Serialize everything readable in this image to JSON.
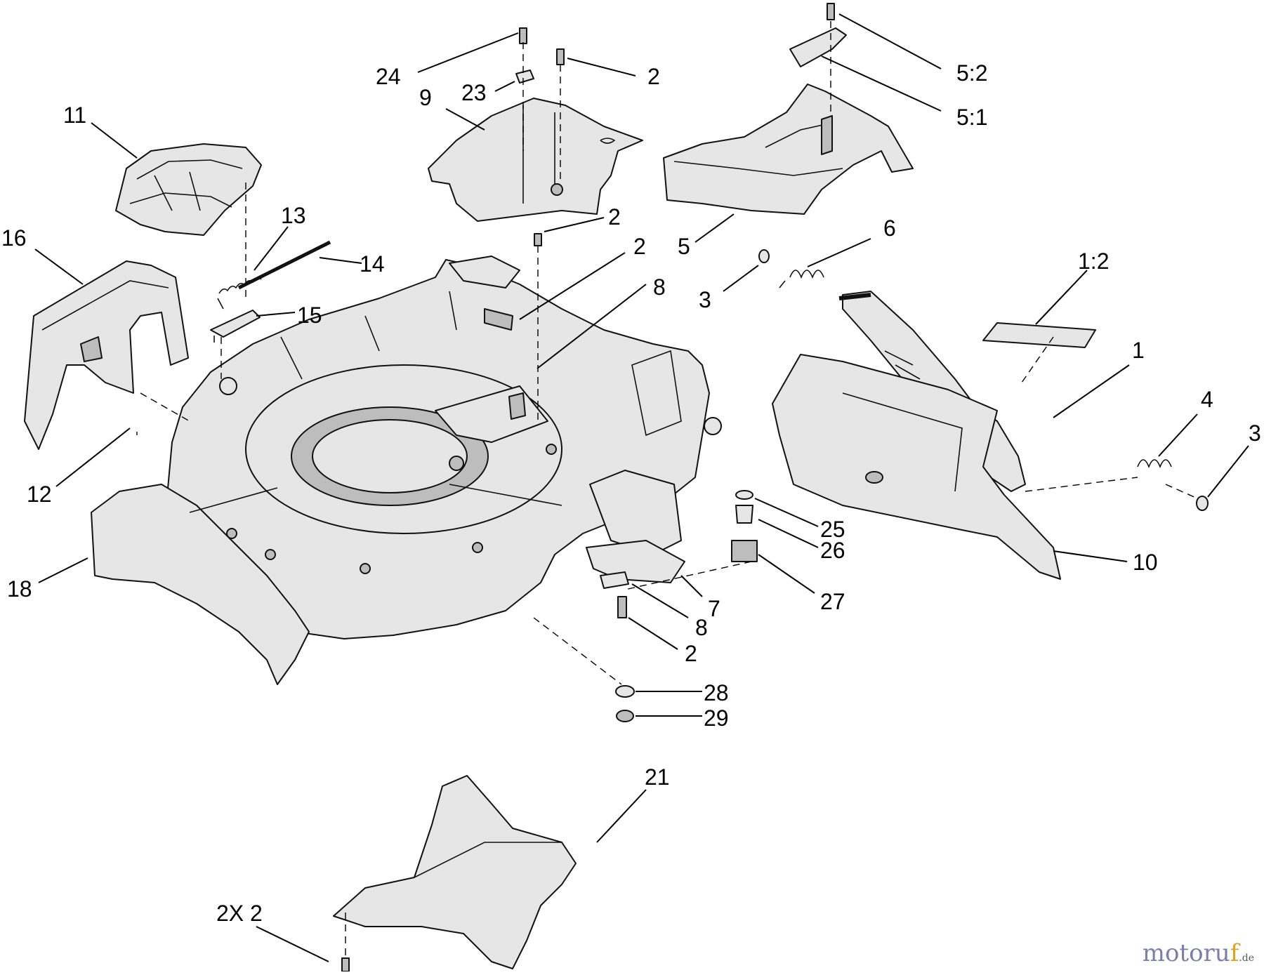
{
  "callouts": [
    "24",
    "2",
    "23",
    "9",
    "5:2",
    "5:1",
    "11",
    "13",
    "14",
    "16",
    "15",
    "2",
    "2",
    "8",
    "5",
    "6",
    "3",
    "1:2",
    "1",
    "4",
    "3",
    "12",
    "25",
    "26",
    "18",
    "10",
    "7",
    "27",
    "8",
    "2",
    "28",
    "29",
    "21",
    "2X 2"
  ],
  "watermark": {
    "main": "motoru",
    "accent": "f",
    "tld": ".de"
  },
  "colors": {
    "line": "#000000",
    "part_fill": "#e6e6e6",
    "shade": "#bdbdbd",
    "watermark_main": "#7b7fa8",
    "watermark_accent": "#e0a020"
  }
}
